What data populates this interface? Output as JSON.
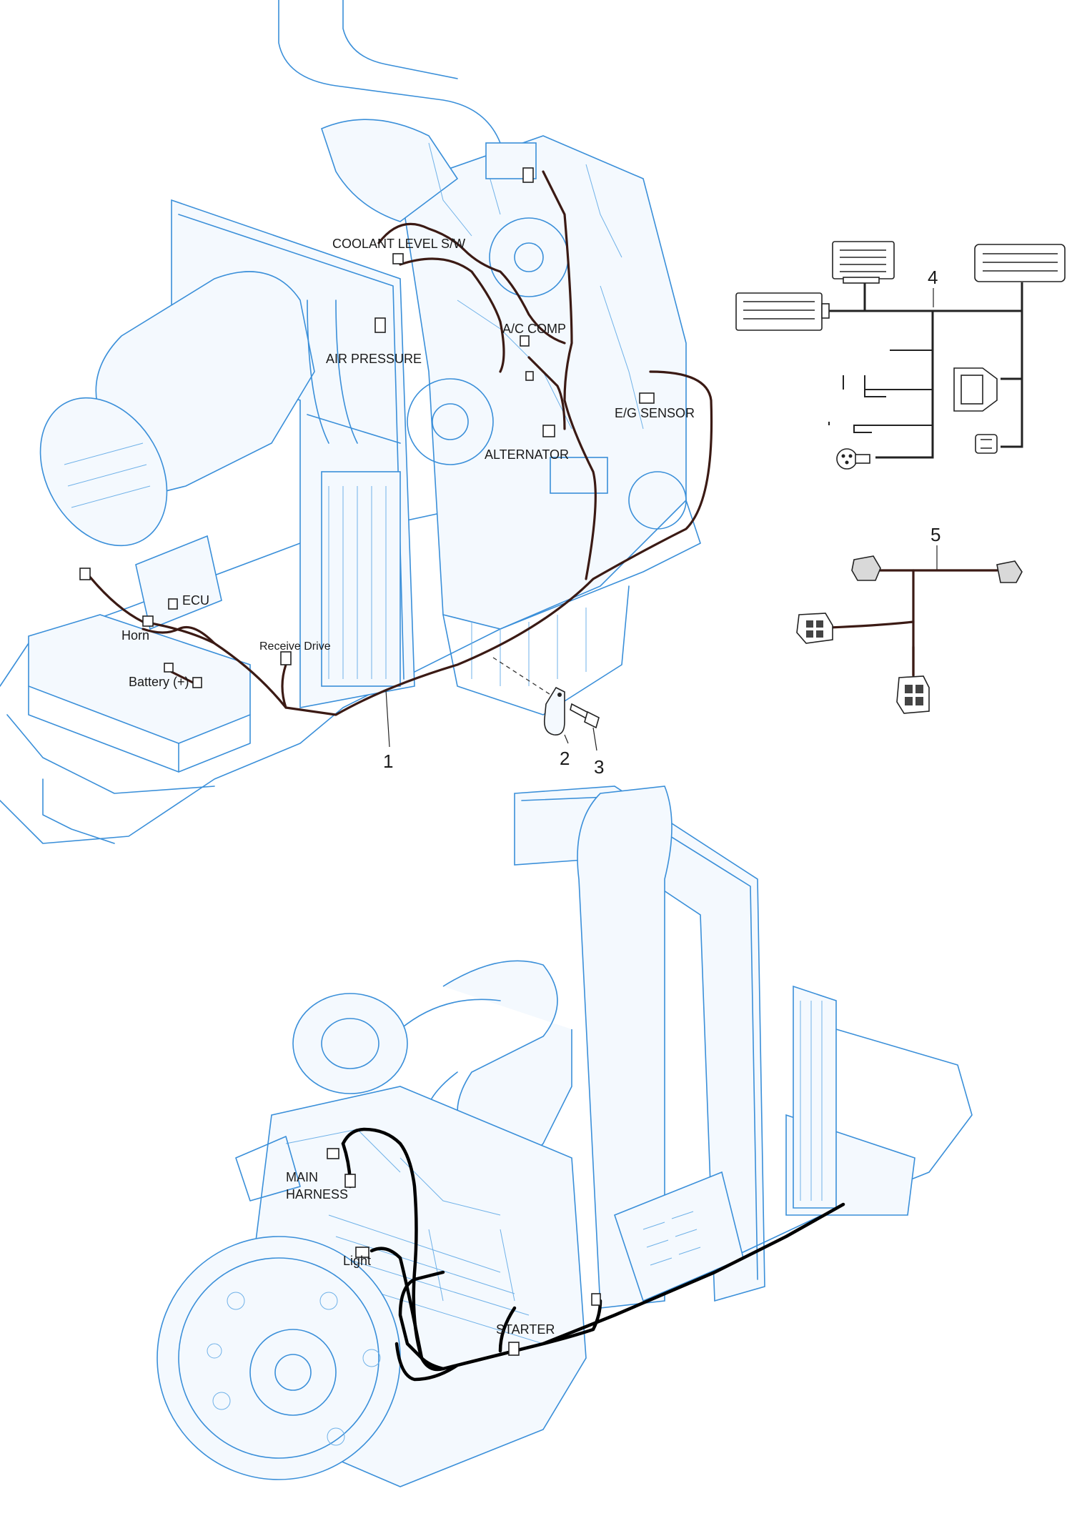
{
  "labels": {
    "coolant_level_sw": "COOLANT LEVEL S/W",
    "ac_comp": "A/C COMP",
    "air_pressure": "AIR PRESSURE",
    "eg_sensor": "E/G SENSOR",
    "alternator": "ALTERNATOR",
    "ecu": "ECU",
    "horn": "Horn",
    "receive_drive": "Receive Drive",
    "battery": "Battery (+)",
    "main_harness_line1": "MAIN",
    "main_harness_line2": "HARNESS",
    "light": "Light",
    "starter": "STARTER"
  },
  "callouts": {
    "c1": "1",
    "c2": "2",
    "c3": "3",
    "c4": "4",
    "c5": "5"
  },
  "colors": {
    "engine_line": "#3a8fd9",
    "harness_wire": "#3b1a14",
    "main_harness_wire": "#000000"
  },
  "icons": {
    "connector": "connector-icon",
    "clamp": "clamp-icon",
    "bolt": "bolt-icon"
  }
}
